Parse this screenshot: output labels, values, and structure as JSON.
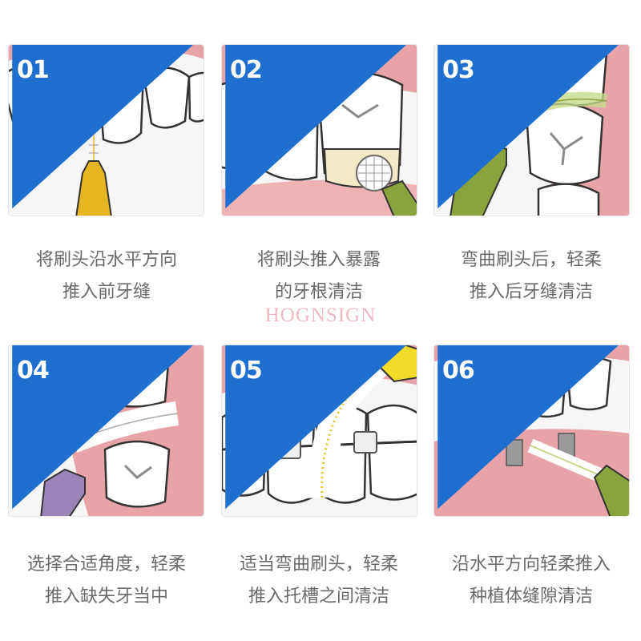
{
  "watermark": "HOGNSIGN",
  "colors": {
    "badge": "#1e6fd0",
    "gum": "#e8a3a8",
    "tooth": "#ffffff",
    "handle_yellow": "#e6b522",
    "handle_green": "#8aa33c",
    "handle_purple": "#9b84b8",
    "handle_bright_yellow": "#f2dc2a"
  },
  "steps": [
    {
      "number": "01",
      "line1": "将刷头沿水平方向",
      "line2": "推入前牙缝",
      "icon": "front-teeth-brush-icon"
    },
    {
      "number": "02",
      "line1": "将刷头推入暴露",
      "line2": "的牙根清洁",
      "icon": "exposed-root-brush-icon"
    },
    {
      "number": "03",
      "line1": "弯曲刷头后，轻柔",
      "line2": "推入后牙缝清洁",
      "icon": "bent-brush-back-teeth-icon"
    },
    {
      "number": "04",
      "line1": "选择合适角度，轻柔",
      "line2": "推入缺失牙当中",
      "icon": "missing-tooth-brush-icon"
    },
    {
      "number": "05",
      "line1": "适当弯曲刷头，轻柔",
      "line2": "推入托槽之间清洁",
      "icon": "braces-brush-icon"
    },
    {
      "number": "06",
      "line1": "沿水平方向轻柔推入",
      "line2": "种植体缝隙清洁",
      "icon": "implant-brush-icon"
    }
  ]
}
